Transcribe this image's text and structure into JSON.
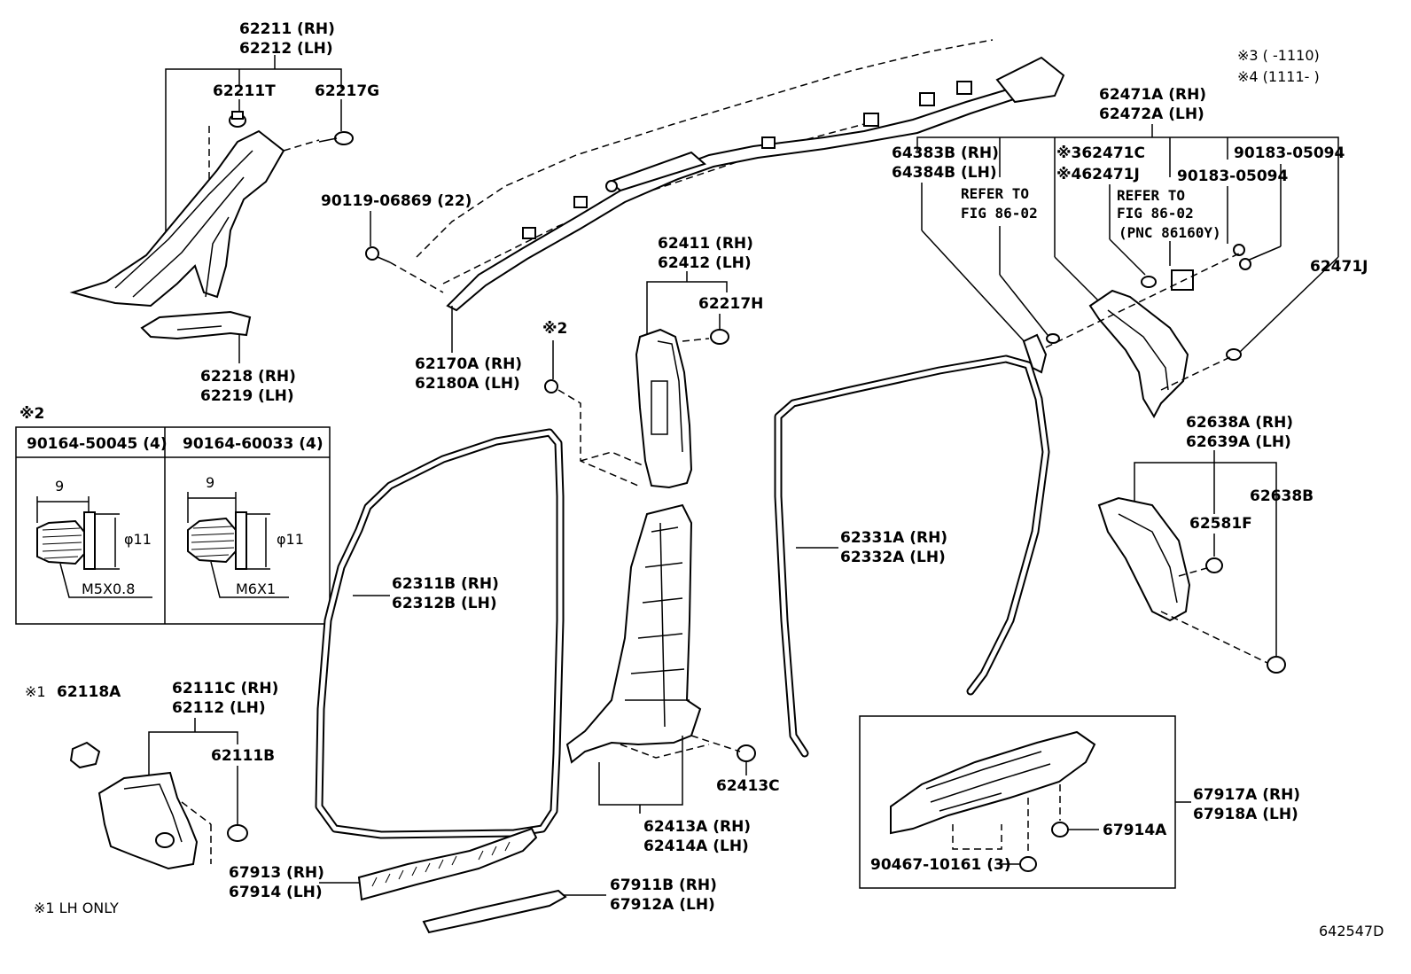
{
  "diagram_code": "642547D",
  "notes": {
    "n3": "※3 (    -1110)",
    "n4": "※4 (1111-    )",
    "n1_lh_only": "※1 LH ONLY"
  },
  "labels": {
    "a_pillar_rh": "62211 (RH)",
    "a_pillar_lh": "62212 (LH)",
    "clip_62211T": "62211T",
    "clip_62217G": "62217G",
    "trim_62218": "62218 (RH)",
    "trim_62219": "62219 (LH)",
    "bolt_90119": "90119-06869 (22)",
    "airbag_rh": "62170A (RH)",
    "airbag_lh": "62180A (LH)",
    "mark2_top": "※2",
    "b_upper_rh": "62411 (RH)",
    "b_upper_lh": "62412 (LH)",
    "clip_62217H": "62217H",
    "c_pillar_rh": "62471A (RH)",
    "c_pillar_lh": "62472A (LH)",
    "cover_rh": "64383B (RH)",
    "cover_lh": "64384B (LH)",
    "refer1_a": "REFER TO",
    "refer1_b": "FIG 86-02",
    "part_62471C": "※362471C",
    "part_62471J_4": "※462471J",
    "refer2_a": "REFER TO",
    "refer2_b": "FIG 86-02",
    "refer2_c": "(PNC 86160Y)",
    "screw_a": "90183-05094",
    "screw_b": "90183-05094",
    "clip_62471J": "62471J",
    "mark2_box": "※2",
    "fastener1": "90164-50045 (4)",
    "fastener2": "90164-60033 (4)",
    "dim_9a": "9",
    "dim_9b": "9",
    "dim_11a": "φ11",
    "dim_11b": "φ11",
    "thread1": "M5X0.8",
    "thread2": "M6X1",
    "front_seal_rh": "62311B (RH)",
    "front_seal_lh": "62312B (LH)",
    "rear_seal_rh": "62331A (RH)",
    "rear_seal_lh": "62332A (LH)",
    "qtr_rh": "62638A (RH)",
    "qtr_lh": "62639A (LH)",
    "clip_62581F": "62581F",
    "clip_62638B": "62638B",
    "mark1": "※1",
    "part_62118A": "62118A",
    "cowl_rh": "62111C (RH)",
    "cowl_lh": "62112 (LH)",
    "clip_62111B": "62111B",
    "clip_62413C": "62413C",
    "b_lower_rh": "62413A (RH)",
    "b_lower_lh": "62414A (LH)",
    "scuff_front_rh": "67913 (RH)",
    "scuff_front_lh": "67914 (LH)",
    "step_rh": "67911B (RH)",
    "step_lh": "67912A (LH)",
    "rear_scuff_rh": "67917A (RH)",
    "rear_scuff_lh": "67918A (LH)",
    "clip_67914A": "67914A",
    "clip_90467": "90467-10161 (3)"
  }
}
